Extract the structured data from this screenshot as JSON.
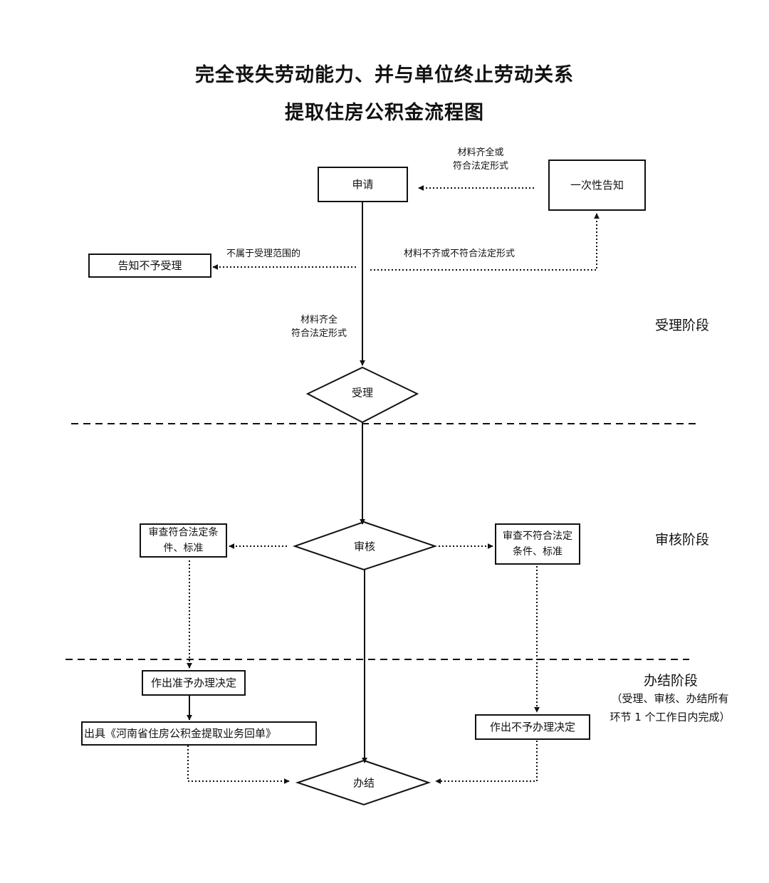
{
  "title": {
    "line1": "完全丧失劳动能力、并与单位终止劳动关系",
    "line2": "提取住房公积金流程图"
  },
  "nodes": {
    "apply": "申请",
    "notify_once": "一次性告知",
    "reject_notice": "告知不予受理",
    "accept": "受理",
    "review": "审核",
    "meets_1": "审查符合法定条",
    "meets_2": "件、标准",
    "fails_1": "审查不符合法定",
    "fails_2": "条件、标准",
    "approve_decision": "作出准予办理决定",
    "issue_receipt": "出具《河南省住房公积金提取业务回单》",
    "deny_decision": "作出不予办理决定",
    "complete": "办结"
  },
  "edge_labels": {
    "complete_form_1": "材料齐全或",
    "complete_form_2": "符合法定形式",
    "out_of_scope": "不属于受理范围的",
    "incomplete": "材料不齐或不符合法定形式",
    "complete_1": "材料齐全",
    "complete_2": "符合法定形式"
  },
  "stages": {
    "accept_stage": "受理阶段",
    "review_stage": "审核阶段",
    "complete_stage": "办结阶段",
    "note_1": "（受理、审核、办结所有",
    "note_2": "环节 1 个工作日内完成）"
  }
}
